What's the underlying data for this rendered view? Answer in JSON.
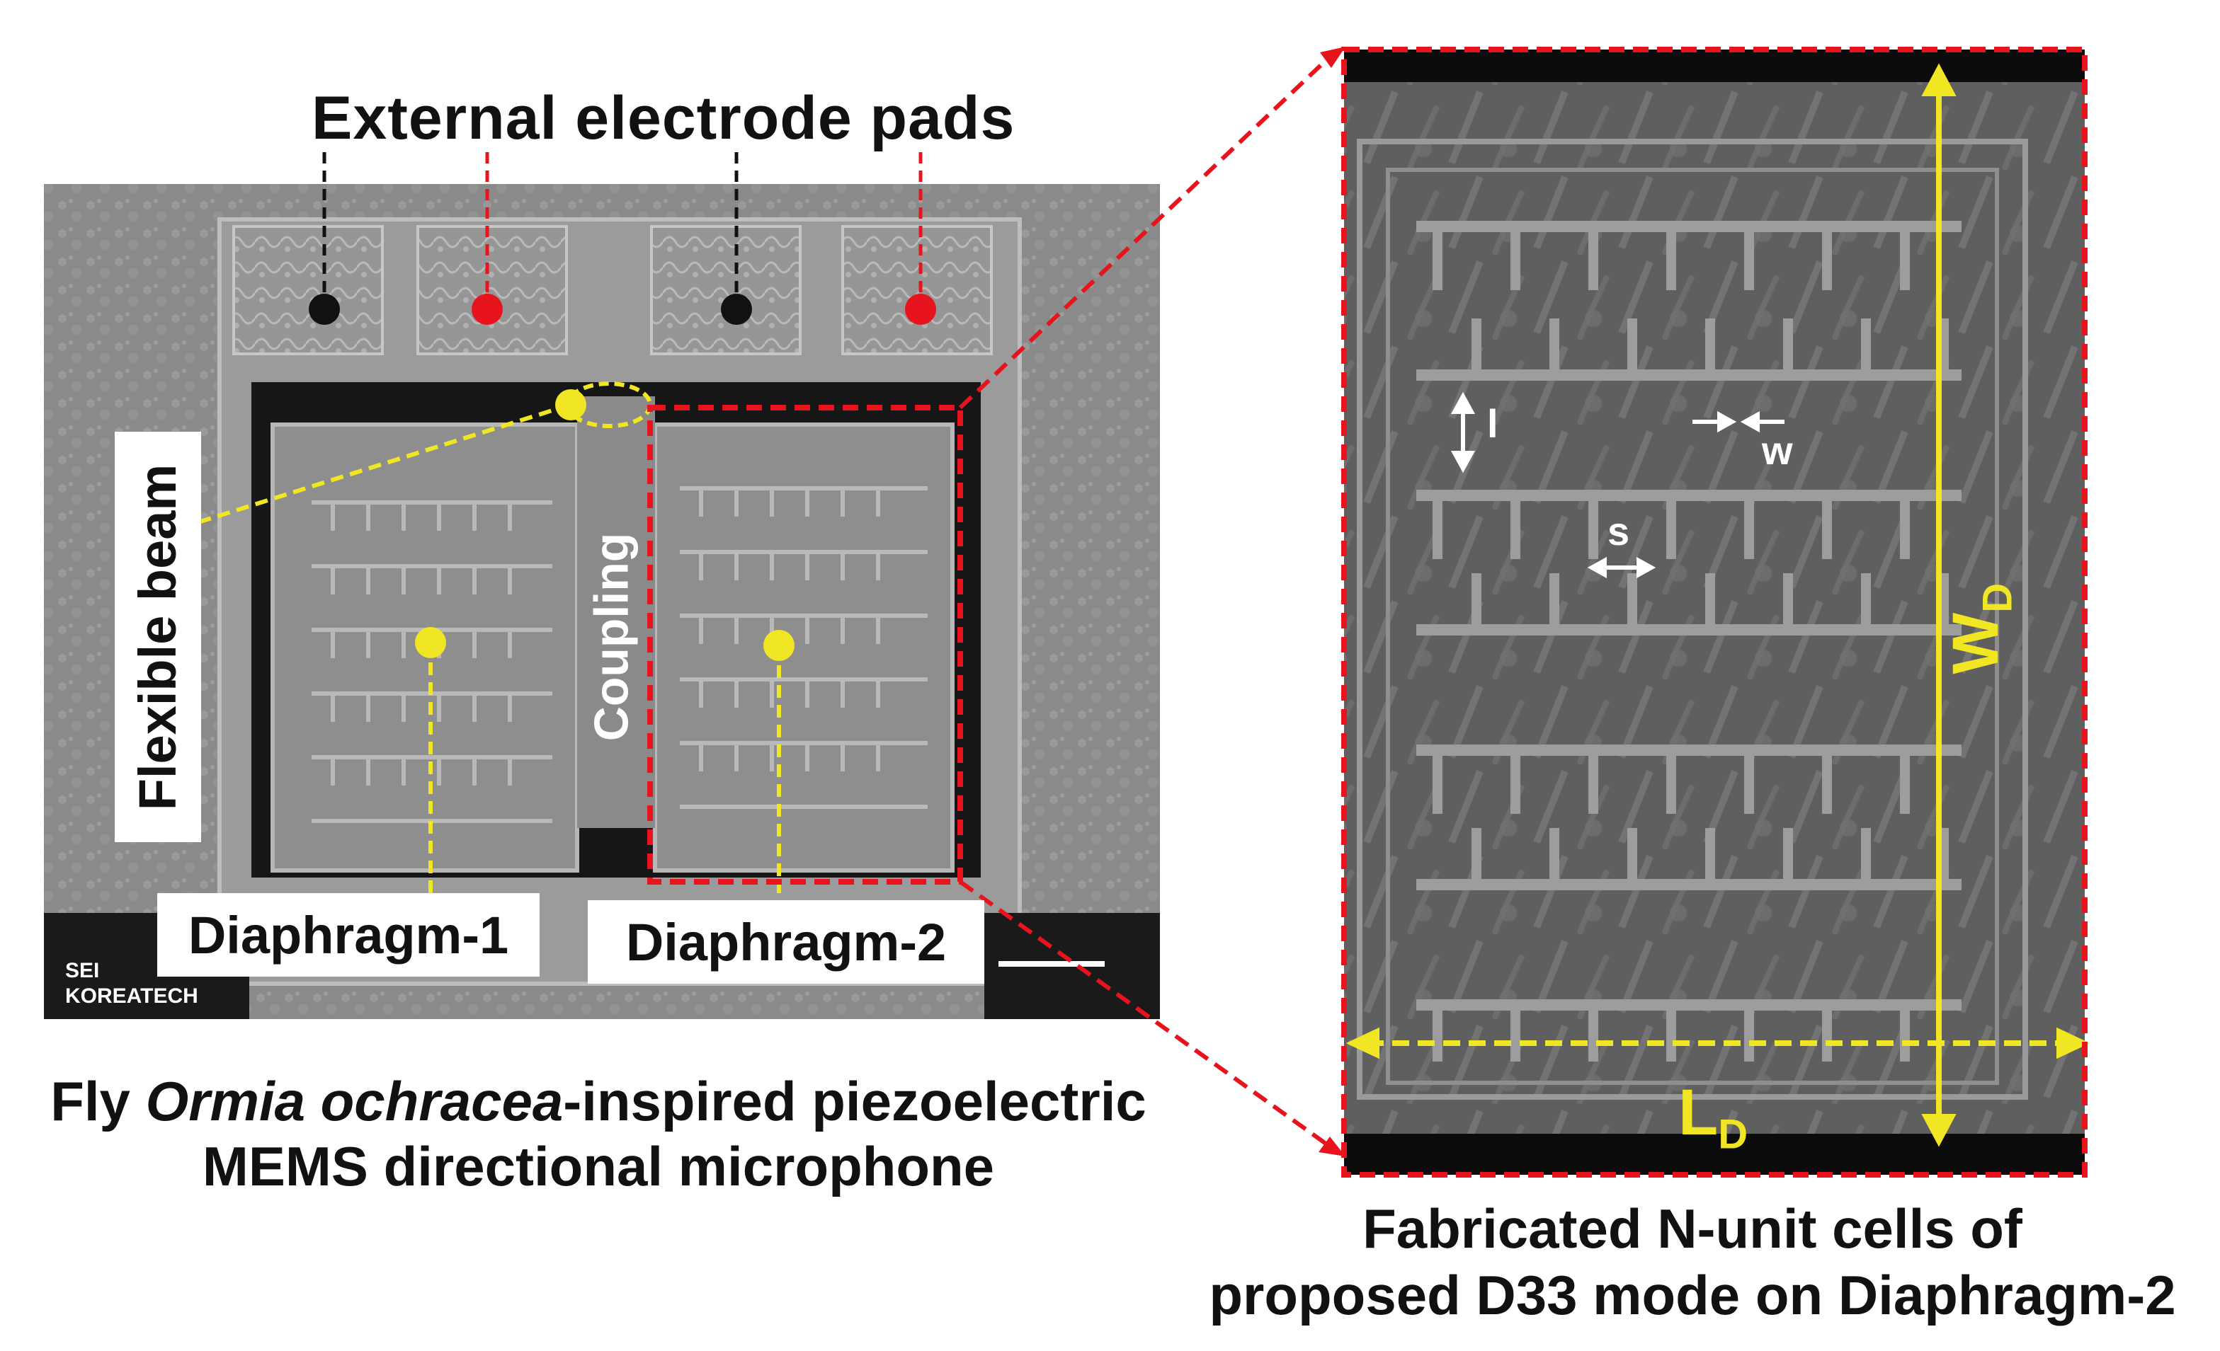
{
  "labels": {
    "top": "External electrode pads",
    "flexible_beam": "Flexible beam",
    "coupling": "Coupling",
    "diaphragm1": "Diaphragm-1",
    "diaphragm2": "Diaphragm-2",
    "watermark_line1": "SEI",
    "watermark_line2": "KOREATECH",
    "dim_l": "l",
    "dim_w": "w",
    "dim_s": "s",
    "wd_main": "W",
    "wd_sub": "D",
    "ld_main": "L",
    "ld_sub": "D"
  },
  "caption_left": {
    "pre": "Fly ",
    "italic": "Ormia ochracea",
    "post": "-inspired piezoelectric",
    "line2": "MEMS directional microphone"
  },
  "caption_right": {
    "line1": "Fabricated N-unit cells of",
    "line2": "proposed D33 mode on Diaphragm-2"
  },
  "colors": {
    "pad_marker_black": "#111111",
    "pad_marker_red": "#e8141d",
    "highlight_yellow": "#f1e624",
    "zoom_frame_red": "#e8141d",
    "sem_background": "#7e7e7e",
    "sem_dark": "#1c1c1c"
  }
}
